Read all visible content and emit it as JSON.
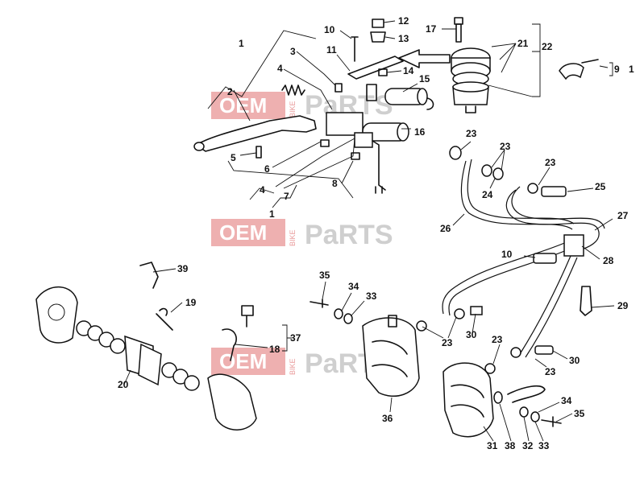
{
  "watermark": {
    "brand_left": "OEM",
    "brand_vertical": "BIKE",
    "brand_right": "PaRTS",
    "accent_color": "#e07070",
    "grey_color": "#bfbfbf"
  },
  "callouts": {
    "c1a": "1",
    "c2": "2",
    "c3": "3",
    "c4a": "4",
    "c5": "5",
    "c6": "6",
    "c4b": "4",
    "c7": "7",
    "c1b": "1",
    "c8": "8",
    "c9": "9",
    "c1c": "1",
    "c10a": "10",
    "c11": "11",
    "c12": "12",
    "c13": "13",
    "c14": "14",
    "c15": "15",
    "c16": "16",
    "c17": "17",
    "c21": "21",
    "c22": "22",
    "c23a": "23",
    "c23b": "23",
    "c23c": "23",
    "c23d": "23",
    "c23e": "23",
    "c23f": "23",
    "c24": "24",
    "c25": "25",
    "c26": "26",
    "c27": "27",
    "c10b": "10",
    "c28": "28",
    "c29": "29",
    "c30a": "30",
    "c30b": "30",
    "c31": "31",
    "c32": "32",
    "c33a": "33",
    "c33b": "33",
    "c34a": "34",
    "c34b": "34",
    "c35a": "35",
    "c35b": "35",
    "c36": "36",
    "c37": "37",
    "c38": "38",
    "c18": "18",
    "c19": "19",
    "c20": "20",
    "c39": "39"
  }
}
